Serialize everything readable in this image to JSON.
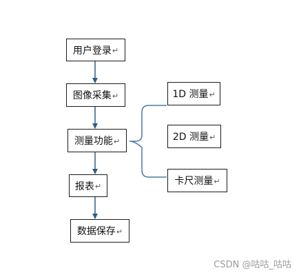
{
  "diagram": {
    "nodes": {
      "login": "用户登录",
      "capture": "图像采集",
      "measure": "测量功能",
      "report": "报表",
      "save": "数据保存",
      "m1d": "1D 测量",
      "m2d": "2D 测量",
      "caliper": "卡尺测量"
    },
    "return_mark": "↵",
    "colors": {
      "arrow": "#2a5f86",
      "bracket": "#4a7aa6",
      "border": "#1a1a1a"
    }
  },
  "watermark": "CSDN @咕咕_咕咕"
}
